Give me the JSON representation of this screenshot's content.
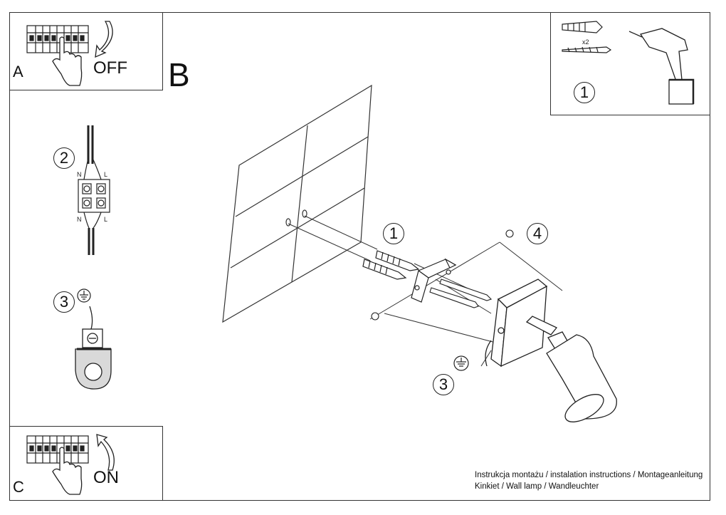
{
  "steps": {
    "a": {
      "letter": "A",
      "switch_state": "OFF"
    },
    "b": {
      "letter": "B"
    },
    "c": {
      "letter": "C",
      "switch_state": "ON"
    }
  },
  "callouts": {
    "drill_panel": "1",
    "wiring": "2",
    "earth_terminal": "3",
    "dowels": "1",
    "screw": "4",
    "earth_lamp": "3"
  },
  "drill_panel": {
    "quantity": "x2"
  },
  "wiring": {
    "left_top": "N",
    "right_top": "L",
    "left_bottom": "N",
    "right_bottom": "L"
  },
  "caption": {
    "line1": "Instrukcja montażu / instalation instructions / Montageanleitung",
    "line2": "Kinkiet / Wall lamp / Wandleuchter"
  },
  "icons": [
    "breaker-panel-icon",
    "hand-icon",
    "arrow-down-icon",
    "arrow-up-icon",
    "drill-icon",
    "wall-plug-icon",
    "screw-icon",
    "terminal-block-icon",
    "earth-symbol-icon",
    "wall-lamp-icon"
  ]
}
